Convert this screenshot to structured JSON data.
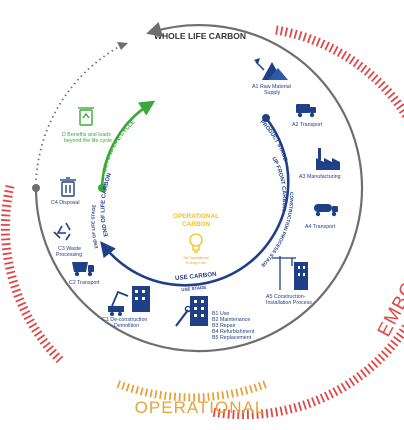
{
  "title": "WHOLE LIFE CARBON",
  "embodied_label": "EMBODIED",
  "operational_label": "OPERATIONAL",
  "operational_carbon": {
    "title_line1": "OPERATIONAL",
    "title_line2": "CARBON",
    "sub_line1": "B6 Operational",
    "sub_line2": "Energy Use"
  },
  "arc_labels": {
    "product_stage": "PRODUCT STAGE",
    "upfront_carbon": "UP FRONT CARBON",
    "construction_process_stage": "CONSTRUCTION PROCESS STAGE",
    "use_carbon": "USE CARBON",
    "use_stage": "USE STAGE",
    "end_of_life_carbon": "END OF LIFE CARBON",
    "end_of_life_stage": "END OF LIFE STAGE",
    "beyond_life_cycle": "BEYOND LIFE CYCLE"
  },
  "stages": {
    "a1_line1": "A1 Raw Material",
    "a1_line2": "Supply",
    "a2": "A2 Transport",
    "a3": "A3 Manufacturing",
    "a4": "A4 Transport",
    "a5_line1": "A5 Construction-",
    "a5_line2": "Installation Process",
    "b_items": [
      "B1 Use",
      "B2 Maintenance",
      "B3 Repair",
      "B4 Refurbishment",
      "B5 Replacement"
    ],
    "c1_line1": "C1 De-construction",
    "c1_line2": "Demolition",
    "c2": "C2 Transport",
    "c3_line1": "C3 Waste",
    "c3_line2": "Processing",
    "c4": "C4 Disposal",
    "d_line1": "D Benefits and loads",
    "d_line2": "beyond the life cycle"
  },
  "colors": {
    "navy": "#1f3f87",
    "green": "#3aa83a",
    "gray": "#6e6e6e",
    "embodied_red": "#e04848",
    "operational_orange": "#e8a23a",
    "operational_yellow": "#f2c318"
  }
}
